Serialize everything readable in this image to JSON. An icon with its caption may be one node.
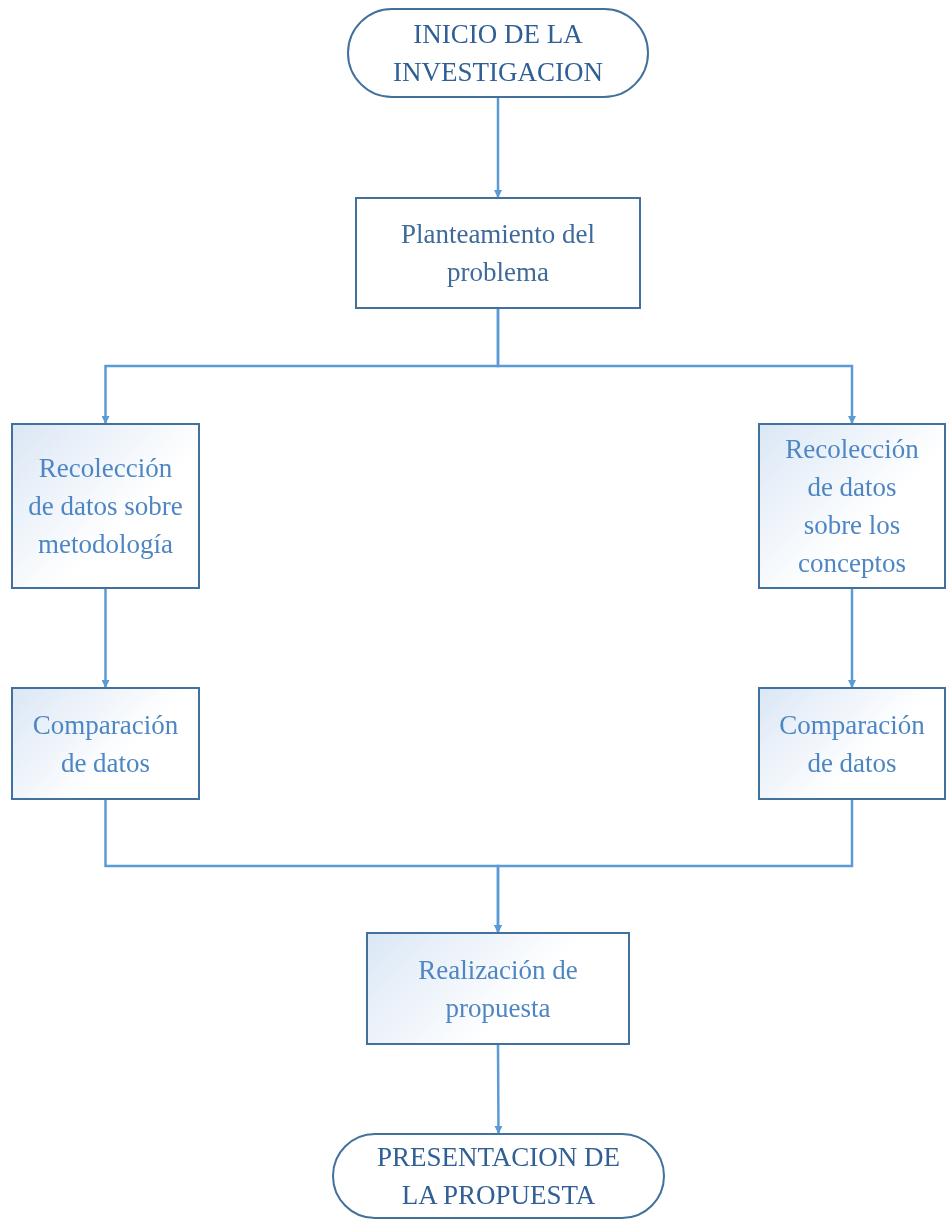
{
  "diagram": {
    "nodes": [
      {
        "text": [
          "INICIO DE LA INVESTIGACION"
        ]
      },
      {
        "text": [
          "Planteamiento del problema"
        ]
      },
      {
        "text": [
          "Recolección de datos sobre metodología"
        ]
      },
      {
        "text": [
          "Recolección de datos sobre los conceptos"
        ]
      },
      {
        "text": [
          "Comparación de datos"
        ]
      },
      {
        "text": [
          "Comparación de datos"
        ]
      },
      {
        "text": [
          "Realización de propuesta"
        ]
      },
      {
        "text": [
          "PRESENTACION DE LA PROPUESTA"
        ]
      }
    ],
    "edges": [
      {
        "from": 0,
        "to": 1,
        "arrow": "to"
      },
      {
        "from": 1,
        "to": 2,
        "arrow": "to"
      },
      {
        "from": 1,
        "to": 3,
        "arrow": "to"
      },
      {
        "from": 2,
        "to": 4,
        "arrow": "to"
      },
      {
        "from": 3,
        "to": 5,
        "arrow": "to"
      },
      {
        "from": 4,
        "to": 6,
        "arrow": "to"
      },
      {
        "from": 5,
        "to": 6,
        "arrow": "to"
      },
      {
        "from": 6,
        "to": 7,
        "arrow": "to"
      }
    ]
  }
}
